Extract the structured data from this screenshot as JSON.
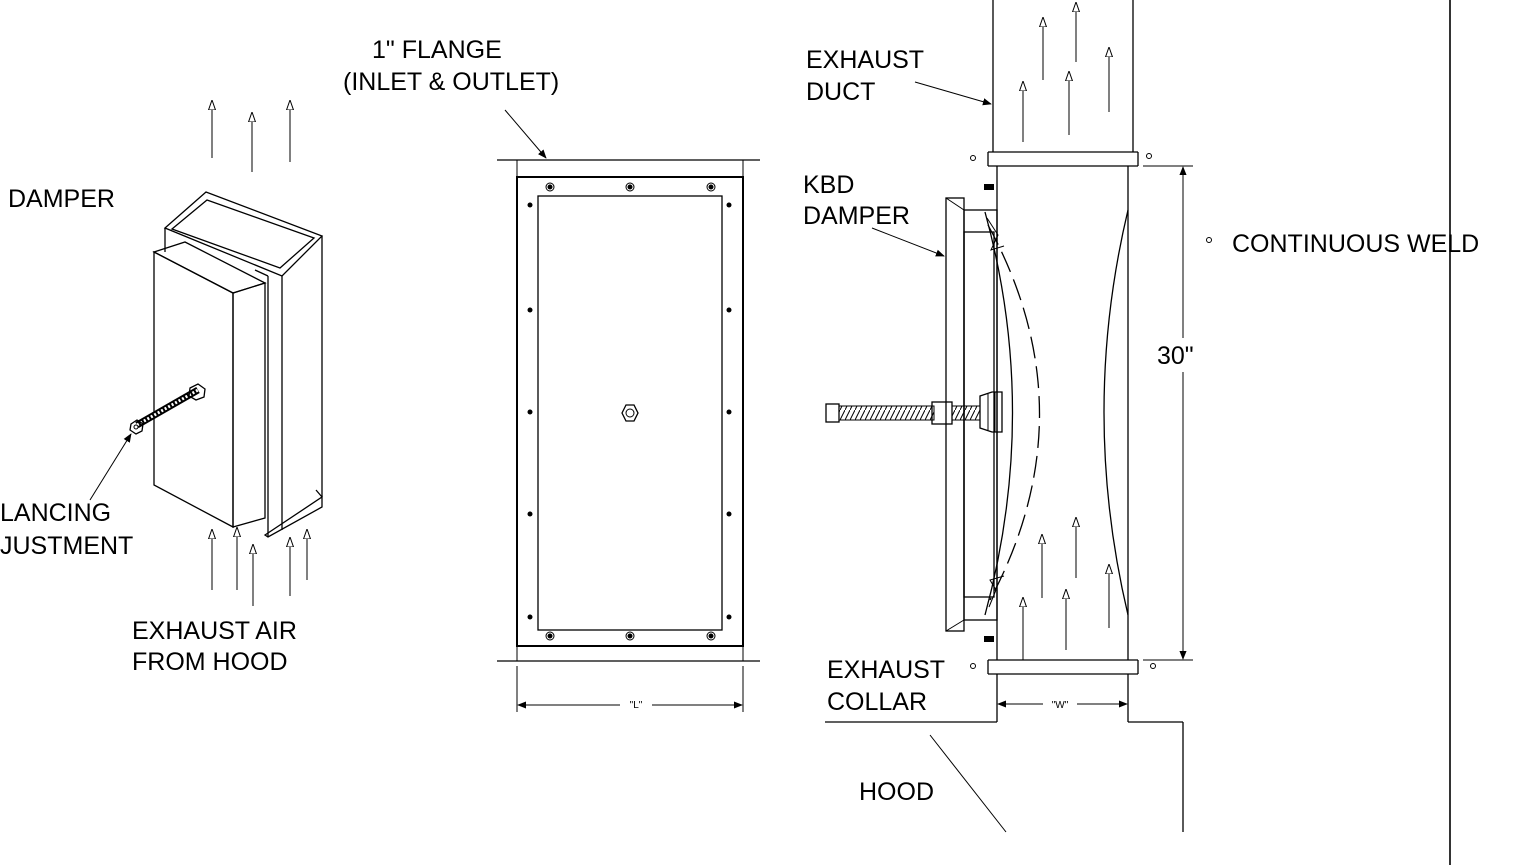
{
  "labels": {
    "damper_left": "DAMPER",
    "balancing_line1": "LANCING",
    "balancing_line2": "JUSTMENT",
    "exhaust_air_line1": "EXHAUST AIR",
    "exhaust_air_line2": "FROM HOOD",
    "flange_line1": "1\" FLANGE",
    "flange_line2": "(INLET & OUTLET)",
    "dim_l": "\"L\"",
    "exhaust_duct_line1": "EXHAUST",
    "exhaust_duct_line2": "DUCT",
    "kbd_line1": "KBD",
    "kbd_line2": "DAMPER",
    "continuous_weld": "CONTINUOUS WELD",
    "height_dim": "30\"",
    "exhaust_collar_line1": "EXHAUST",
    "exhaust_collar_line2": "COLLAR",
    "dim_w": "\"W\"",
    "hood": "HOOD"
  }
}
